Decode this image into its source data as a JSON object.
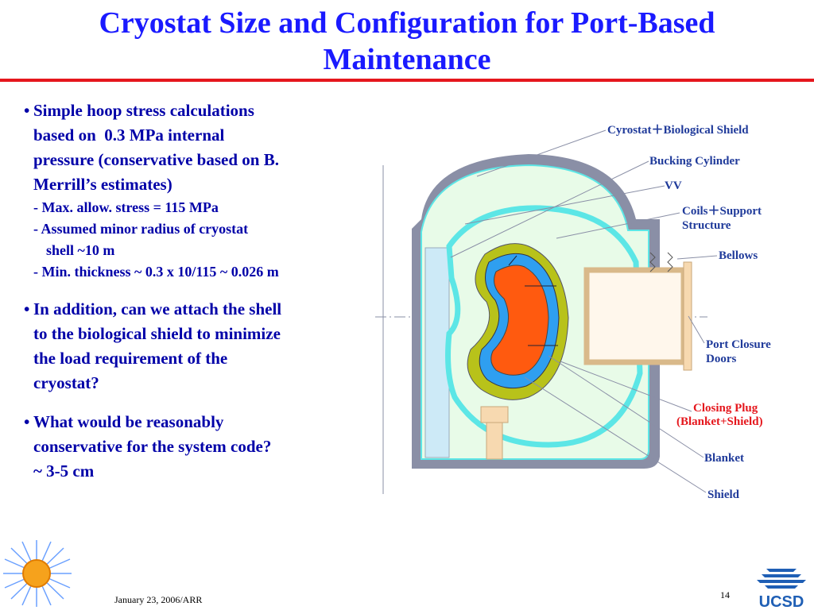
{
  "title": {
    "line1": "Cryostat Size and Configuration for Port-Based",
    "line2": "Maintenance"
  },
  "bullets": [
    {
      "lines": [
        "Simple hoop stress calculations",
        "based on  0.3 MPa internal",
        "pressure (conservative based on B.",
        "Merrill’s estimates)"
      ],
      "subs": [
        "- Max. allow. stress = 115 MPa",
        "- Assumed minor radius of cryostat",
        "shell ~10 m",
        "- Min. thickness ~ 0.3 x 10/115 ~ 0.026 m"
      ]
    },
    {
      "lines": [
        "In addition, can we attach the shell",
        "to the biological shield to minimize",
        "the load requirement of the",
        "cryostat?"
      ]
    },
    {
      "lines": [
        "What would be reasonably",
        "conservative for the system code?",
        "~ 3-5 cm"
      ]
    }
  ],
  "diagram": {
    "labels": {
      "cryostat": "Cyrostat＋Biological Shield",
      "bucking": "Bucking Cylinder",
      "vv": "VV",
      "coils1": "Coils＋Support",
      "coils2": "Structure",
      "bellows": "Bellows",
      "port1": "Port Closure",
      "port2": "Doors",
      "plug1": "Closing Plug",
      "plug2": "(Blanket+Shield)",
      "blanket": "Blanket",
      "shield": "Shield"
    },
    "colors": {
      "cryostat_shell": "#8a8fa6",
      "vv_fill": "#e8fbe8",
      "coil_ring": "#5ce6e6",
      "bucking_cylinder": "#cdeaf7",
      "support": "#f7d9b0",
      "shield_outer": "#b8c21a",
      "blanket_blue": "#2f9ff0",
      "plasma_core": "#ff5a0f",
      "label_blue": "#1f3a9a",
      "label_red": "#e5171d"
    }
  },
  "footer": {
    "date": "January 23, 2006/ARR",
    "page": "14"
  },
  "logo": {
    "text": "UCSD"
  }
}
